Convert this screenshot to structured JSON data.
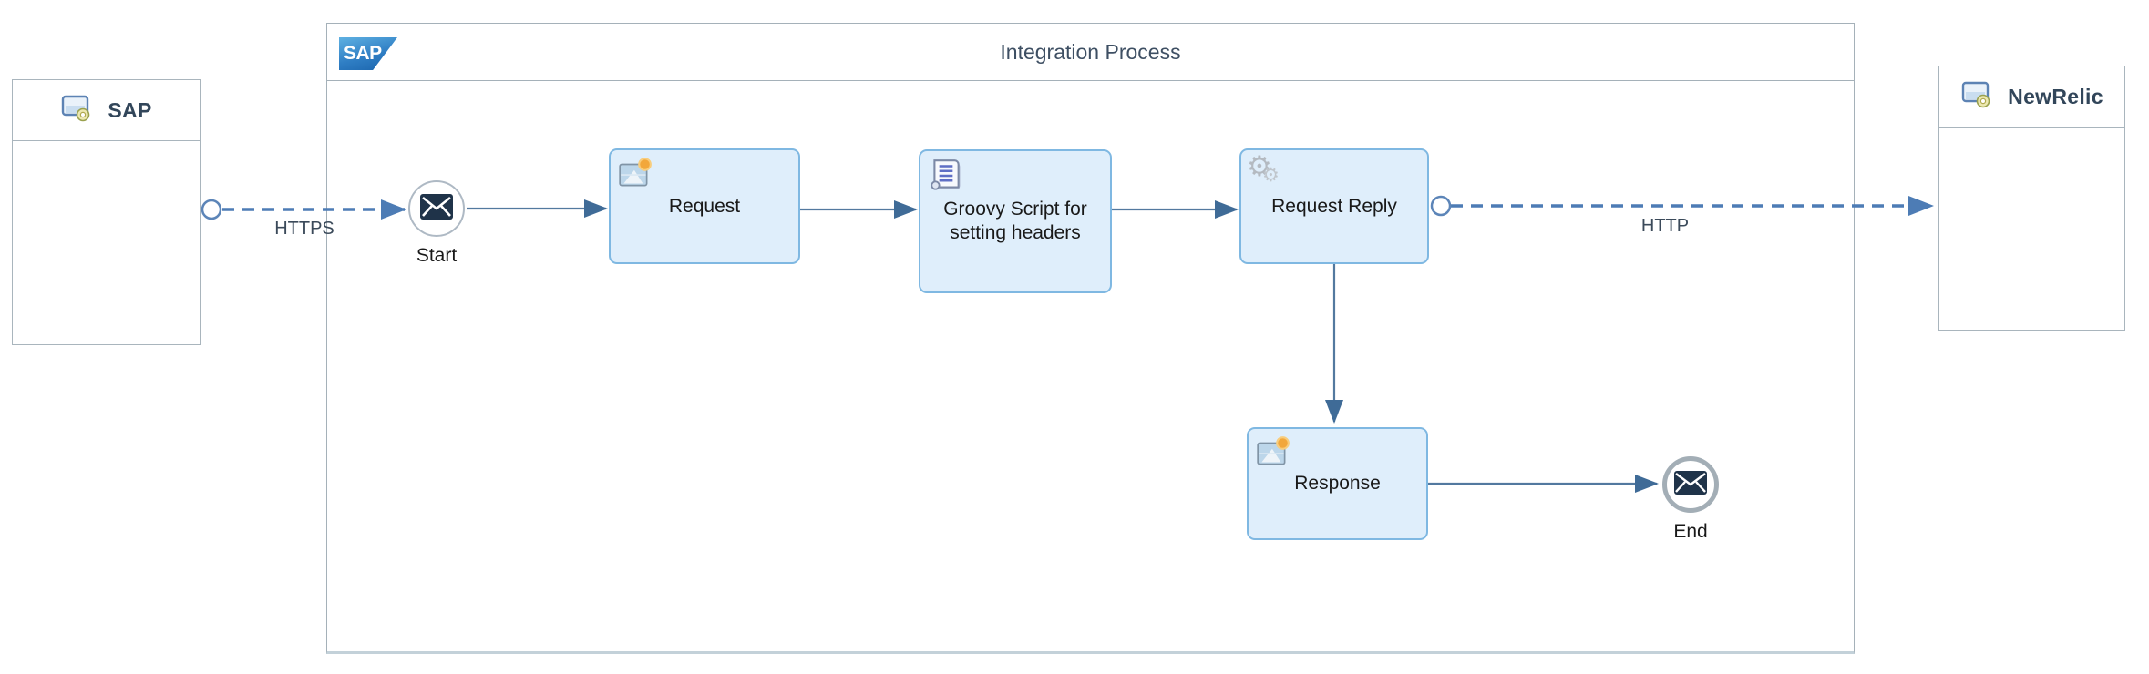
{
  "process": {
    "title": "Integration Process",
    "logo_text": "SAP"
  },
  "participants": [
    {
      "id": "sap",
      "label": "SAP",
      "role": "sender"
    },
    {
      "id": "newrelic",
      "label": "NewRelic",
      "role": "receiver"
    }
  ],
  "events": [
    {
      "id": "start",
      "label": "Start",
      "type": "message-start-event"
    },
    {
      "id": "end",
      "label": "End",
      "type": "message-end-event"
    }
  ],
  "activities": [
    {
      "id": "request",
      "label": "Request",
      "icon": "content-modifier-icon"
    },
    {
      "id": "groovy",
      "label": "Groovy Script for setting headers",
      "icon": "script-icon"
    },
    {
      "id": "request_reply",
      "label": "Request Reply",
      "icon": "request-reply-icon"
    },
    {
      "id": "response",
      "label": "Response",
      "icon": "content-modifier-icon"
    }
  ],
  "connections": [
    {
      "from": "SAP",
      "to": "Start",
      "label": "HTTPS",
      "style": "dashed"
    },
    {
      "from": "Start",
      "to": "Request",
      "label": "",
      "style": "solid"
    },
    {
      "from": "Request",
      "to": "Groovy Script for setting headers",
      "label": "",
      "style": "solid"
    },
    {
      "from": "Groovy Script for setting headers",
      "to": "Request Reply",
      "label": "",
      "style": "solid"
    },
    {
      "from": "Request Reply",
      "to": "NewRelic",
      "label": "HTTP",
      "style": "dashed"
    },
    {
      "from": "Request Reply",
      "to": "Response",
      "label": "",
      "style": "solid"
    },
    {
      "from": "Response",
      "to": "End",
      "label": "",
      "style": "solid"
    }
  ],
  "colors": {
    "node_fill": "#dfeefb",
    "node_border": "#7fb8e2",
    "flow_line": "#53799f",
    "message_line": "#4d7cb5",
    "pool_border": "#a5b1b9",
    "envelope": "#1f3349"
  }
}
